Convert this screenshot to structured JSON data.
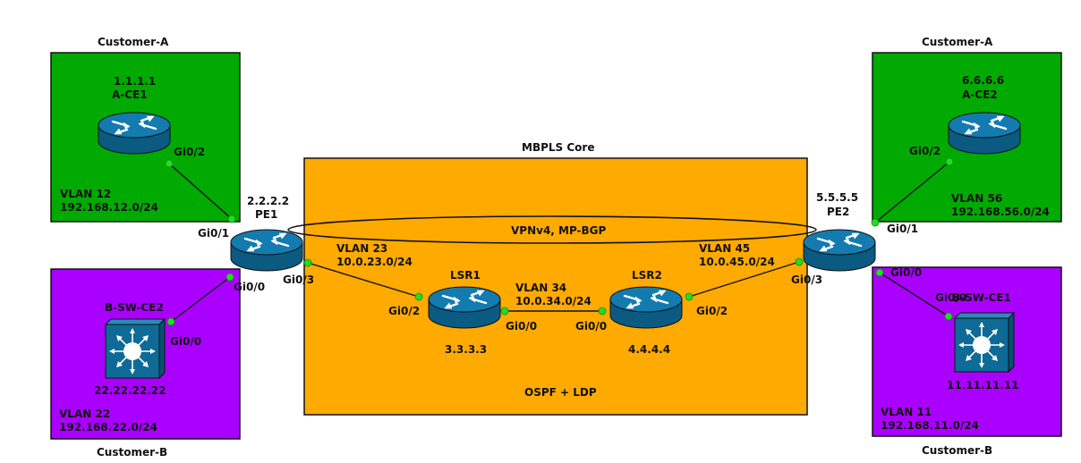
{
  "colors": {
    "customer_a_fill": "#00aa00",
    "customer_b_fill": "#aa00ff",
    "core_fill": "#ffaa00",
    "device_fill": "#0e6a96",
    "device_dark": "#08506f",
    "port": "#22dd22"
  },
  "zones": {
    "customer_a_left": {
      "title": "Customer-A",
      "vlan": "VLAN 12",
      "subnet": "192.168.12.0/24"
    },
    "customer_a_right": {
      "title": "Customer-A",
      "vlan": "VLAN 56",
      "subnet": "192.168.56.0/24"
    },
    "customer_b_left": {
      "title": "Customer-B",
      "vlan": "VLAN 22",
      "subnet": "192.168.22.0/24"
    },
    "customer_b_right": {
      "title": "Customer-B",
      "vlan": "VLAN 11",
      "subnet": "192.168.11.0/24"
    },
    "core": {
      "title": "MBPLS Core",
      "protocols": "OSPF + LDP"
    }
  },
  "overlay": {
    "label": "VPNv4, MP-BGP"
  },
  "devices": {
    "a_ce1": {
      "name": "A-CE1",
      "ip": "1.1.1.1",
      "icon": "router-icon"
    },
    "a_ce2": {
      "name": "A-CE2",
      "ip": "6.6.6.6",
      "icon": "router-icon"
    },
    "pe1": {
      "name": "PE1",
      "ip": "2.2.2.2",
      "icon": "router-icon"
    },
    "pe2": {
      "name": "PE2",
      "ip": "5.5.5.5",
      "icon": "router-icon"
    },
    "lsr1": {
      "name": "LSR1",
      "ip": "3.3.3.3",
      "icon": "router-icon"
    },
    "lsr2": {
      "name": "LSR2",
      "ip": "4.4.4.4",
      "icon": "router-icon"
    },
    "b_sw_ce2": {
      "name": "B-SW-CE2",
      "ip": "22.22.22.22",
      "icon": "layer3-switch-icon"
    },
    "b_sw_ce1": {
      "name": "B-SW-CE1",
      "ip": "11.11.11.11",
      "icon": "layer3-switch-icon"
    }
  },
  "links": {
    "pe1_lsr1": {
      "vlan": "VLAN 23",
      "subnet": "10.0.23.0/24"
    },
    "lsr1_lsr2": {
      "vlan": "VLAN 34",
      "subnet": "10.0.34.0/24"
    },
    "lsr2_pe2": {
      "vlan": "VLAN 45",
      "subnet": "10.0.45.0/24"
    }
  },
  "ports": {
    "a_ce1_gi02": "Gi0/2",
    "pe1_gi01": "Gi0/1",
    "pe1_gi00": "Gi0/0",
    "pe1_gi03": "Gi0/3",
    "b_sw_ce2_gi00": "Gi0/0",
    "lsr1_gi02": "Gi0/2",
    "lsr1_gi00": "Gi0/0",
    "lsr2_gi00": "Gi0/0",
    "lsr2_gi02": "Gi0/2",
    "pe2_gi03": "Gi0/3",
    "pe2_gi01": "Gi0/1",
    "pe2_gi00": "Gi0/0",
    "a_ce2_gi02": "Gi0/2",
    "b_sw_ce1_gi00": "Gi0/0"
  }
}
